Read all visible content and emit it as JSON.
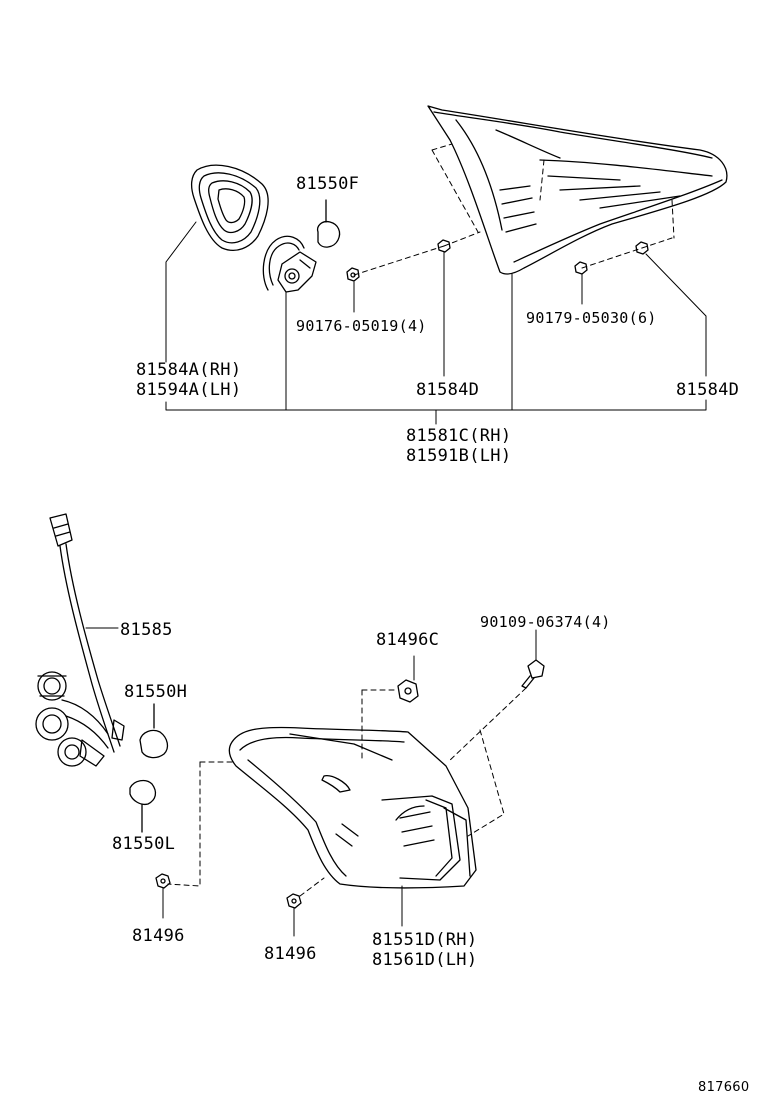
{
  "upper_assembly": {
    "socket_bulb": "81550F",
    "nut_fastener": "90176-05019(4)",
    "clip_fastener": "90179-05030(6)",
    "gasket_rh": "81584A(RH)",
    "gasket_lh": "81594A(LH)",
    "seal_center": "81584D",
    "seal_right": "81584D",
    "lamp_rh": "81581C(RH)",
    "lamp_lh": "81591B(LH)"
  },
  "lower_assembly": {
    "wiring": "81585",
    "bulb_upper": "81550H",
    "bulb_lower": "81550L",
    "retainer_left": "81496",
    "retainer_center": "81496",
    "retainer_top": "81496C",
    "screw": "90109-06374(4)",
    "lens_rh": "81551D(RH)",
    "lens_lh": "81561D(LH)"
  },
  "figure_id": "817660"
}
